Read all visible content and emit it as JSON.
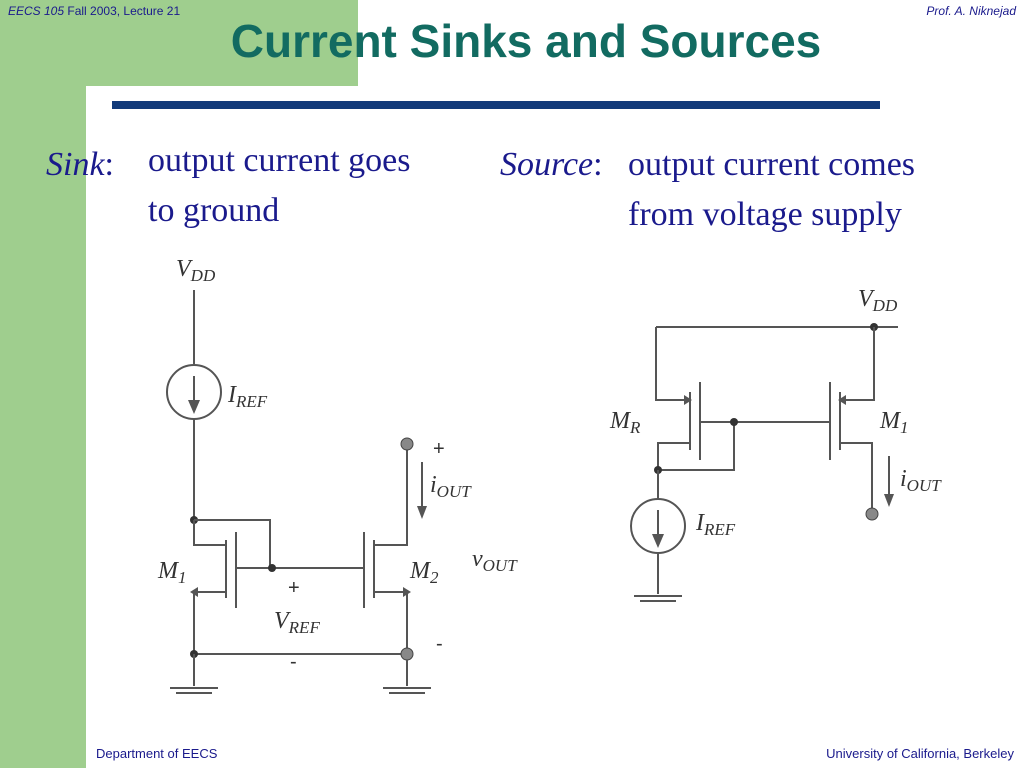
{
  "header": {
    "course": "EECS 105",
    "term_lecture": " Fall 2003, Lecture 21",
    "author": "Prof. A. Niknejad"
  },
  "slide": {
    "title": "Current Sinks and Sources",
    "sink": {
      "term": "Sink",
      "colon": ":",
      "line1": "output current goes",
      "line2": "to ground"
    },
    "source": {
      "term": "Source",
      "colon": ":",
      "line1": "output current comes",
      "line2": "from voltage supply"
    }
  },
  "sink_circuit": {
    "vdd": "V",
    "vdd_sub": "DD",
    "iref": "I",
    "iref_sub": "REF",
    "m1": "M",
    "m1_sub": "1",
    "m2": "M",
    "m2_sub": "2",
    "iout": "i",
    "iout_sub": "OUT",
    "vout": "v",
    "vout_sub": "OUT",
    "vref": "V",
    "vref_sub": "REF",
    "plus_top": "+",
    "minus_bottom": "-",
    "plus_vref": "+",
    "minus_vref": "-"
  },
  "source_circuit": {
    "vdd": "V",
    "vdd_sub": "DD",
    "mr": "M",
    "mr_sub": "R",
    "m1": "M",
    "m1_sub": "1",
    "iout": "i",
    "iout_sub": "OUT",
    "iref": "I",
    "iref_sub": "REF"
  },
  "footer": {
    "left": "Department of EECS",
    "right": "University of California, Berkeley"
  },
  "colors": {
    "sidebar": "#9fce8e",
    "title": "#126b61",
    "rule": "#123a7a",
    "text": "#1a1a8c"
  }
}
